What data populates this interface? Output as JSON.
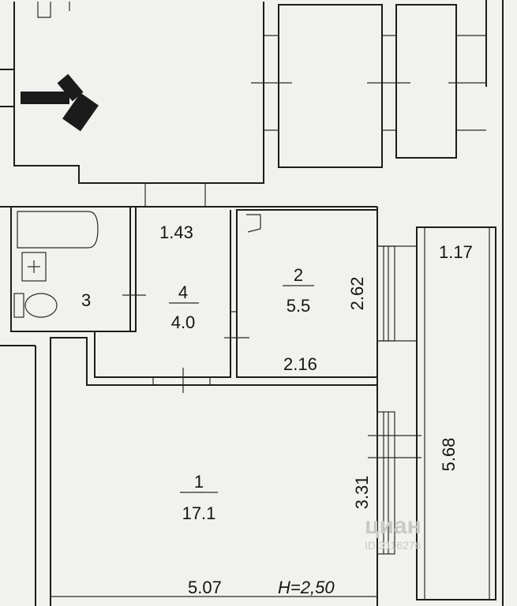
{
  "rooms": [
    {
      "number": "1",
      "area": "17.1"
    },
    {
      "number": "2",
      "area": "5.5"
    },
    {
      "number": "3",
      "area": ""
    },
    {
      "number": "4",
      "area": "4.0"
    }
  ],
  "dimensions": {
    "corridor_width": "1.43",
    "room2_height": "2.62",
    "room2_width": "2.16",
    "balcony_width": "1.17",
    "balcony_length": "5.68",
    "room1_height": "3.31",
    "room1_width": "5.07"
  },
  "ceiling_height": "H=2,50",
  "watermark": {
    "brand": "циан",
    "id": "ID 3116276"
  },
  "colors": {
    "line": "#1c1c1c",
    "background": "#f1f1ee",
    "arrow": "#1b1b1b"
  }
}
